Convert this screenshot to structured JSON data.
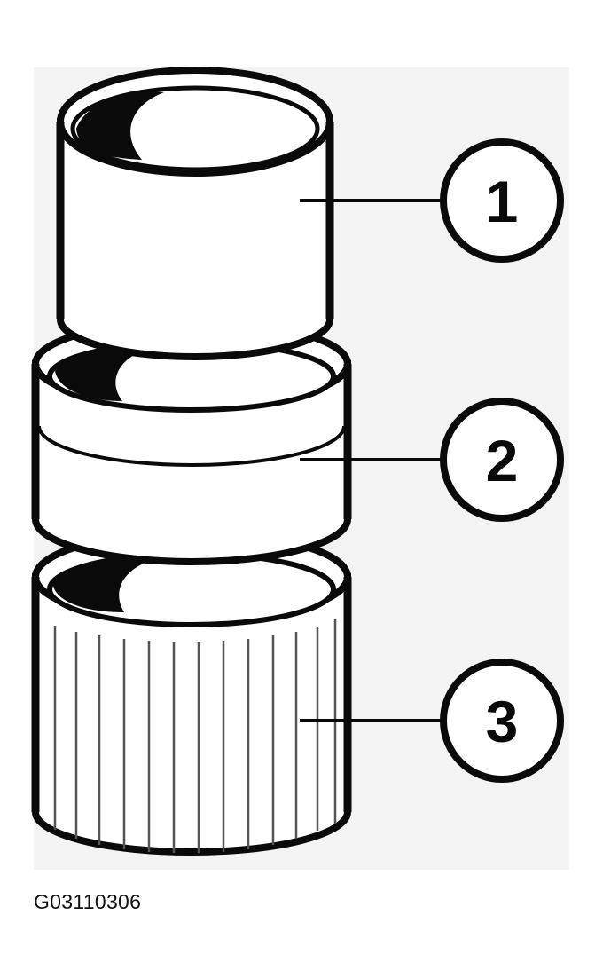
{
  "callouts": [
    {
      "id": 1,
      "label": "1"
    },
    {
      "id": 2,
      "label": "2"
    },
    {
      "id": 3,
      "label": "3"
    }
  ],
  "figure_code": "G03110306",
  "colors": {
    "background_panel": "#f2f2f2",
    "line": "#0a0a0a",
    "fill": "#ffffff"
  }
}
